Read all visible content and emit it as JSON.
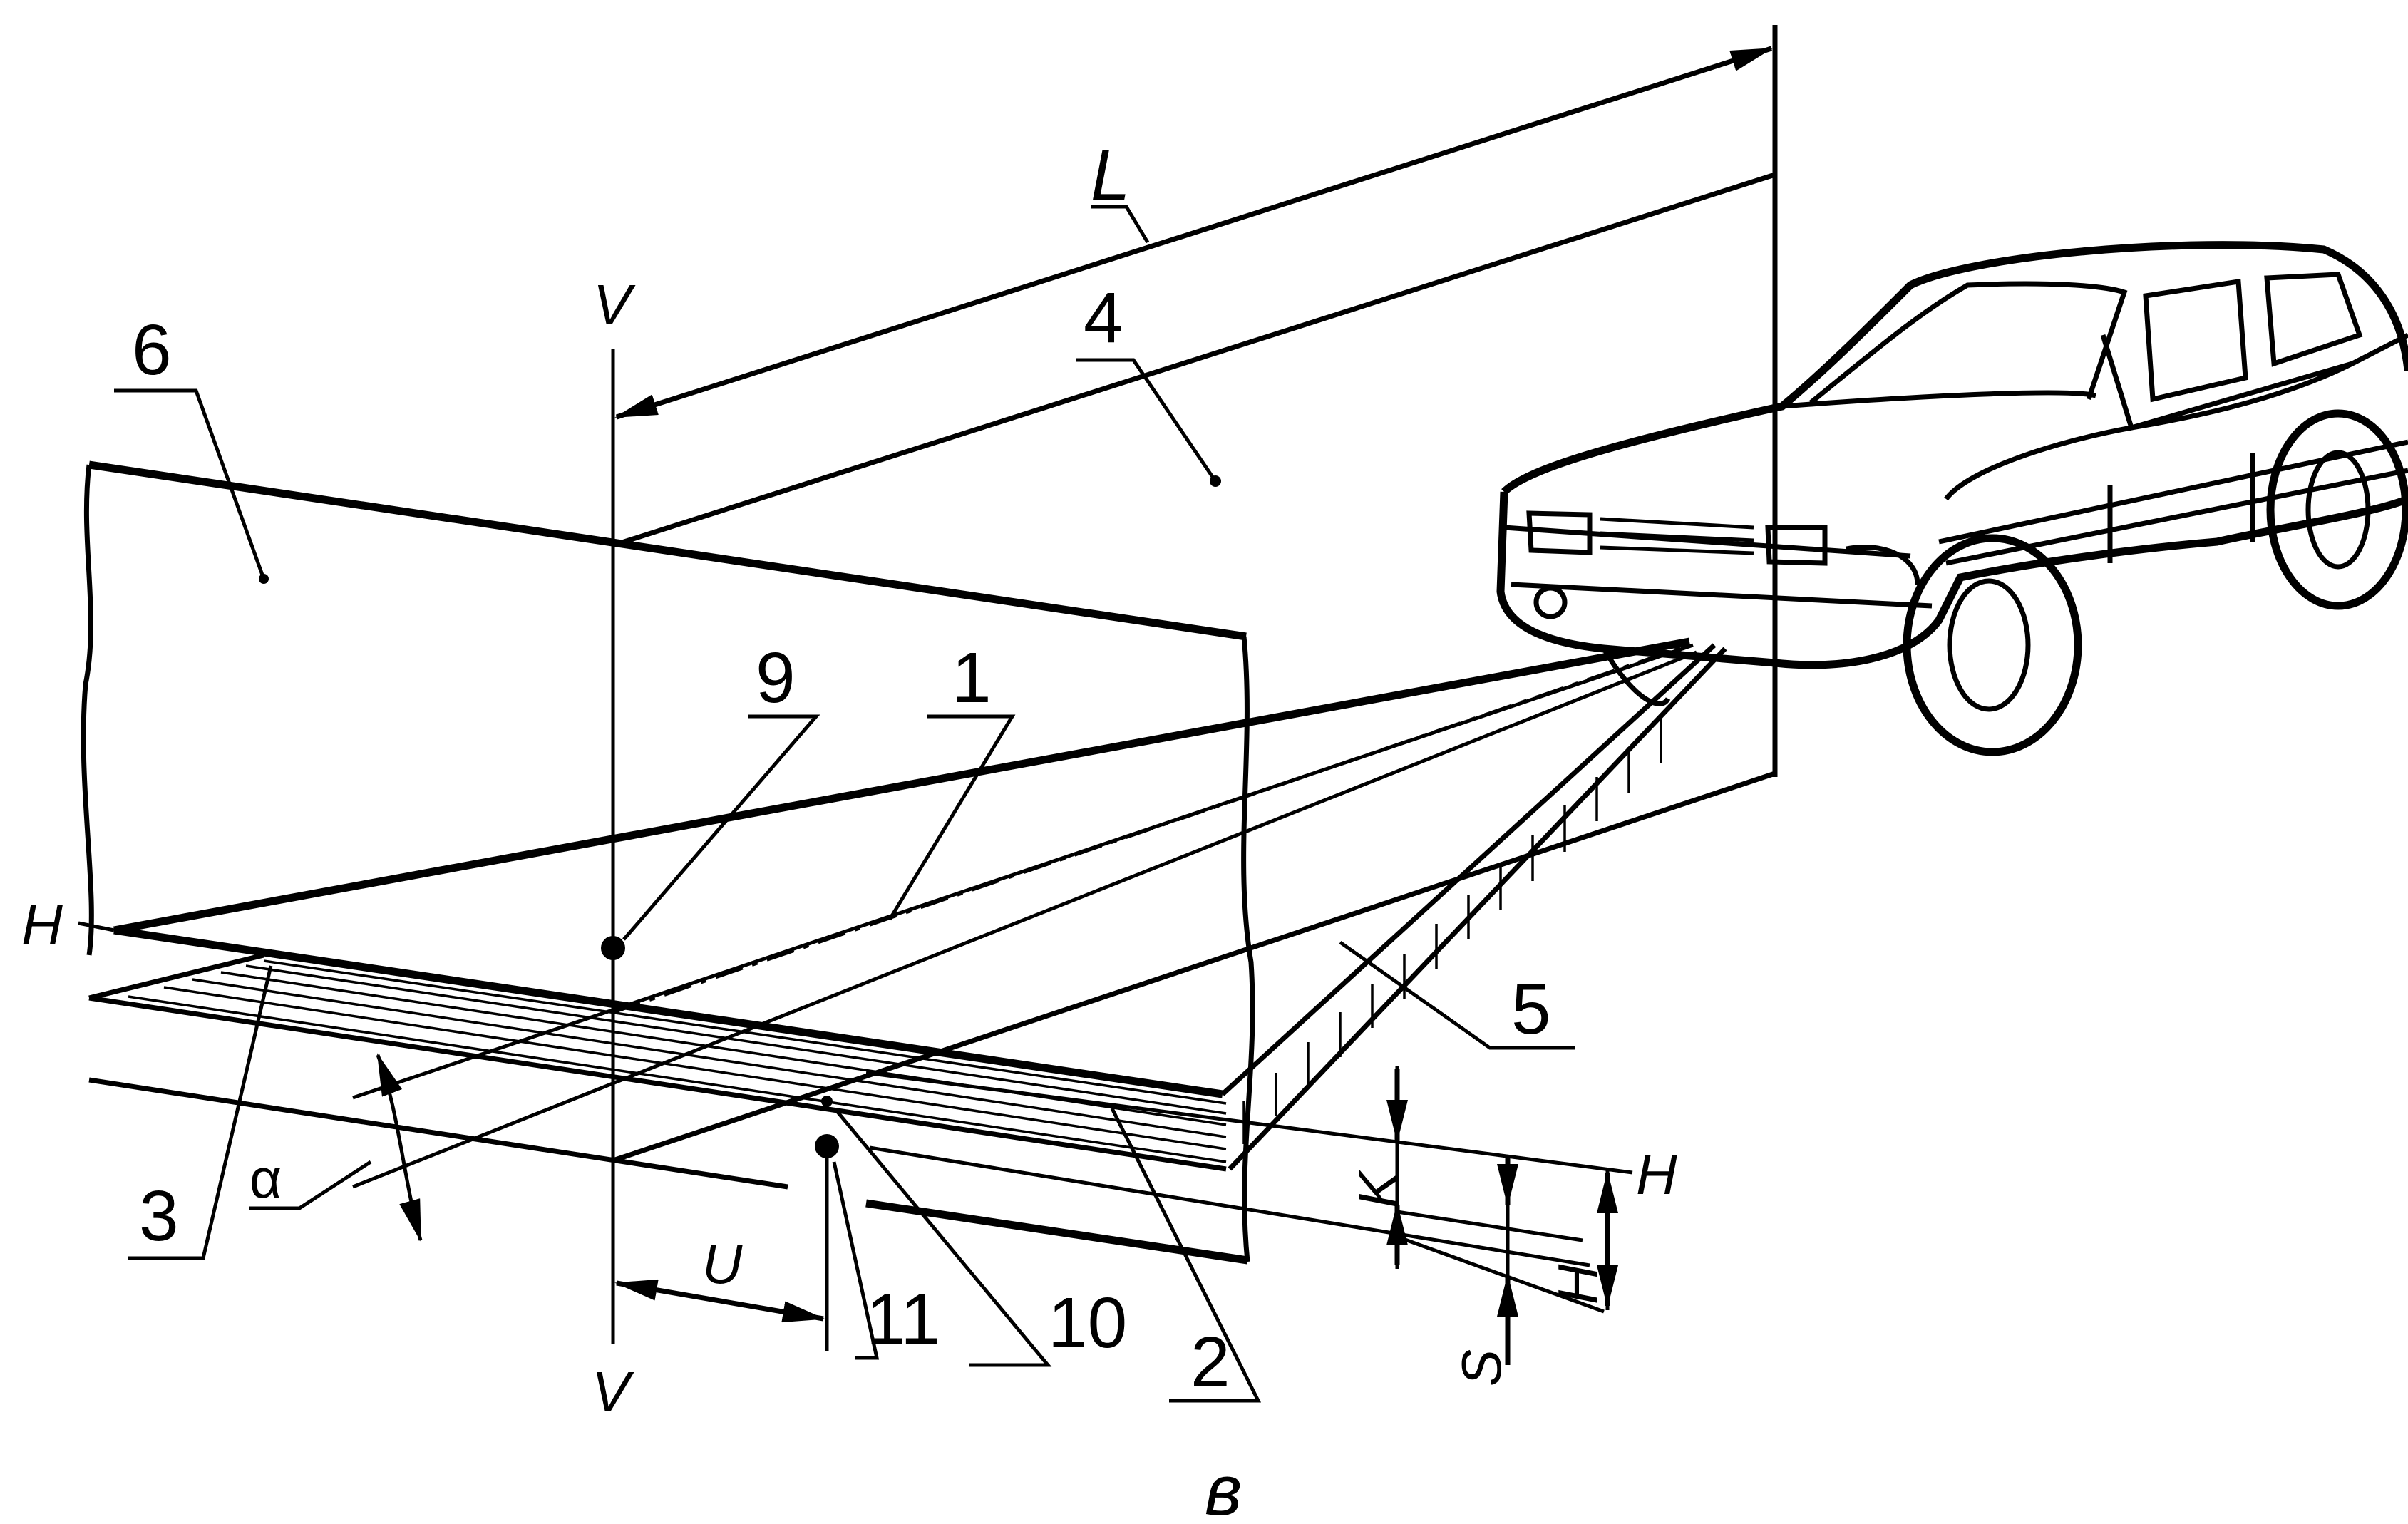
{
  "figure": {
    "caption": "в",
    "axis_labels": {
      "v_top": "V",
      "v_bottom": "V",
      "h_left": "H",
      "h_right": "H"
    },
    "dimension_labels": {
      "L": "L",
      "U": "U",
      "K": "K",
      "H": "H",
      "S": "S",
      "alpha": "α"
    },
    "callouts": [
      "1",
      "2",
      "3",
      "4",
      "5",
      "6",
      "9",
      "10",
      "11"
    ]
  }
}
